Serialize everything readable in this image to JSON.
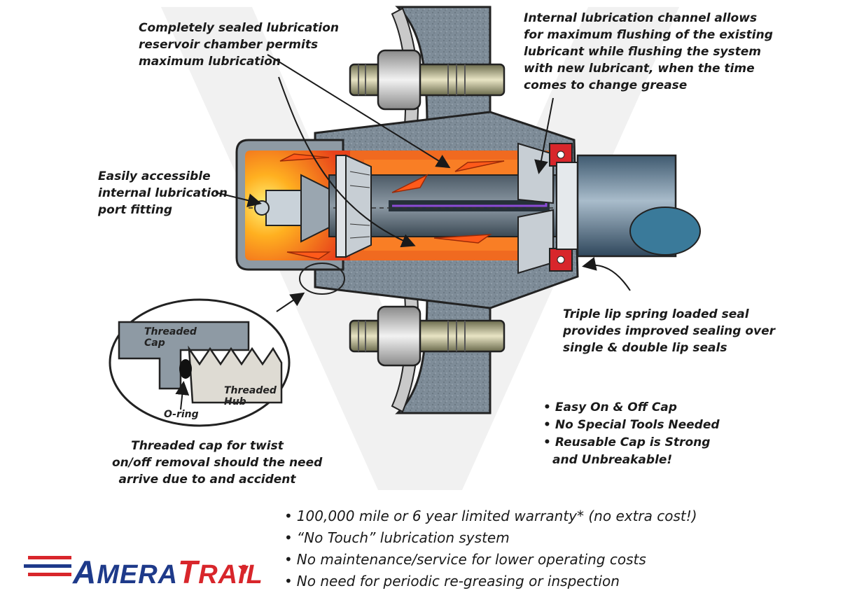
{
  "labels": {
    "reservoir": [
      "Completely sealed lubrication",
      "reservoir chamber permits",
      "maximum lubrication"
    ],
    "channel": [
      "Internal lubrication channel allows",
      "for maximum flushing of the existing",
      "lubricant while flushing the system",
      "with new lubricant, when the time",
      "comes to change grease"
    ],
    "port": [
      "Easily accessible",
      "internal lubrication",
      "port fitting"
    ],
    "seal": [
      "Triple lip spring loaded seal",
      "provides improved sealing over",
      "single & double lip seals"
    ],
    "threaded_cap": [
      "Threaded cap for twist",
      "on/off removal should the need",
      "arrive due to and accident"
    ]
  },
  "inset": {
    "cap_label": [
      "Threaded",
      "Cap"
    ],
    "hub_label": [
      "Threaded",
      "Hub"
    ],
    "oring_label": "O-ring"
  },
  "features": [
    "Easy On & Off Cap",
    "No Special Tools Needed",
    "Reusable Cap is Strong",
    "and Unbreakable!"
  ],
  "warranty": [
    "100,000 mile or 6 year limited warranty* (no extra cost!)",
    "“No Touch” lubrication system",
    "No maintenance/service for lower operating costs",
    "No need for periodic re-greasing or inspection"
  ],
  "logo": {
    "text_a": "A",
    "text_b": "MERA",
    "text_c": "T",
    "text_d": "RAIL"
  },
  "colors": {
    "hub": "#7d8b97",
    "grease_orange": "#f26a1b",
    "grease_yellow": "#ffd23a",
    "seal_red": "#d8262b",
    "logo_blue": "#1e3a8a",
    "logo_red": "#d8262b"
  }
}
